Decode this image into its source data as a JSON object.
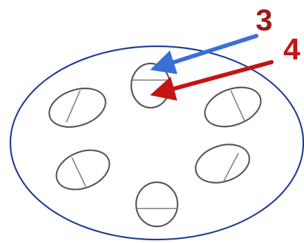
{
  "colors": {
    "outer_circle": "#1f3a93",
    "oval_stroke": "#555555",
    "divider": "#8a8a8a",
    "arrow_blue": "#3b6fd6",
    "arrow_red": "#c41414",
    "label_3": "#9a1a1a",
    "label_4": "#c41414"
  },
  "labels": {
    "three": "3",
    "four": "4"
  },
  "structures": {
    "count": 6
  }
}
